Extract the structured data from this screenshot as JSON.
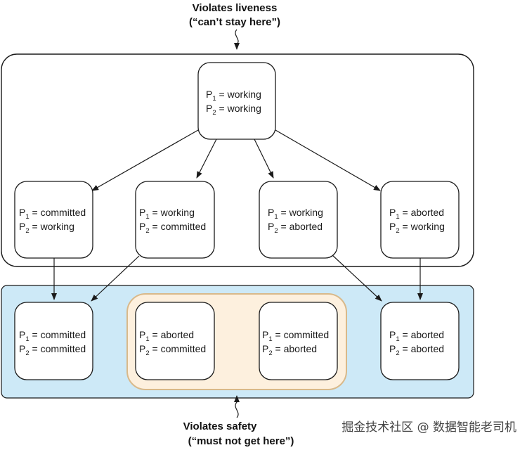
{
  "top_caption": {
    "line1": "Violates liveness",
    "line2": "(“can’t stay here”)"
  },
  "bottom_caption": {
    "line1": "Violates safety",
    "line2": "(“must not get here”)"
  },
  "watermark": "掘金技术社区 @ 数据智能老司机",
  "colors": {
    "safe_region_fill": "#cde9f7",
    "unsafe_group_fill": "#fdf0de",
    "unsafe_group_stroke": "#d9b98a",
    "stroke": "#1a1a1a",
    "node_fill": "#ffffff"
  },
  "nodes": {
    "root": {
      "p1": "working",
      "p2": "working"
    },
    "p1_committed_working": {
      "p1": "committed",
      "p2": "working"
    },
    "p1_working_committed": {
      "p1": "working",
      "p2": "committed"
    },
    "p1_working_aborted": {
      "p1": "working",
      "p2": "aborted"
    },
    "p1_aborted_working": {
      "p1": "aborted",
      "p2": "working"
    },
    "both_committed": {
      "p1": "committed",
      "p2": "committed"
    },
    "aborted_committed": {
      "p1": "aborted",
      "p2": "committed"
    },
    "committed_aborted": {
      "p1": "committed",
      "p2": "aborted"
    },
    "both_aborted": {
      "p1": "aborted",
      "p2": "aborted"
    }
  }
}
